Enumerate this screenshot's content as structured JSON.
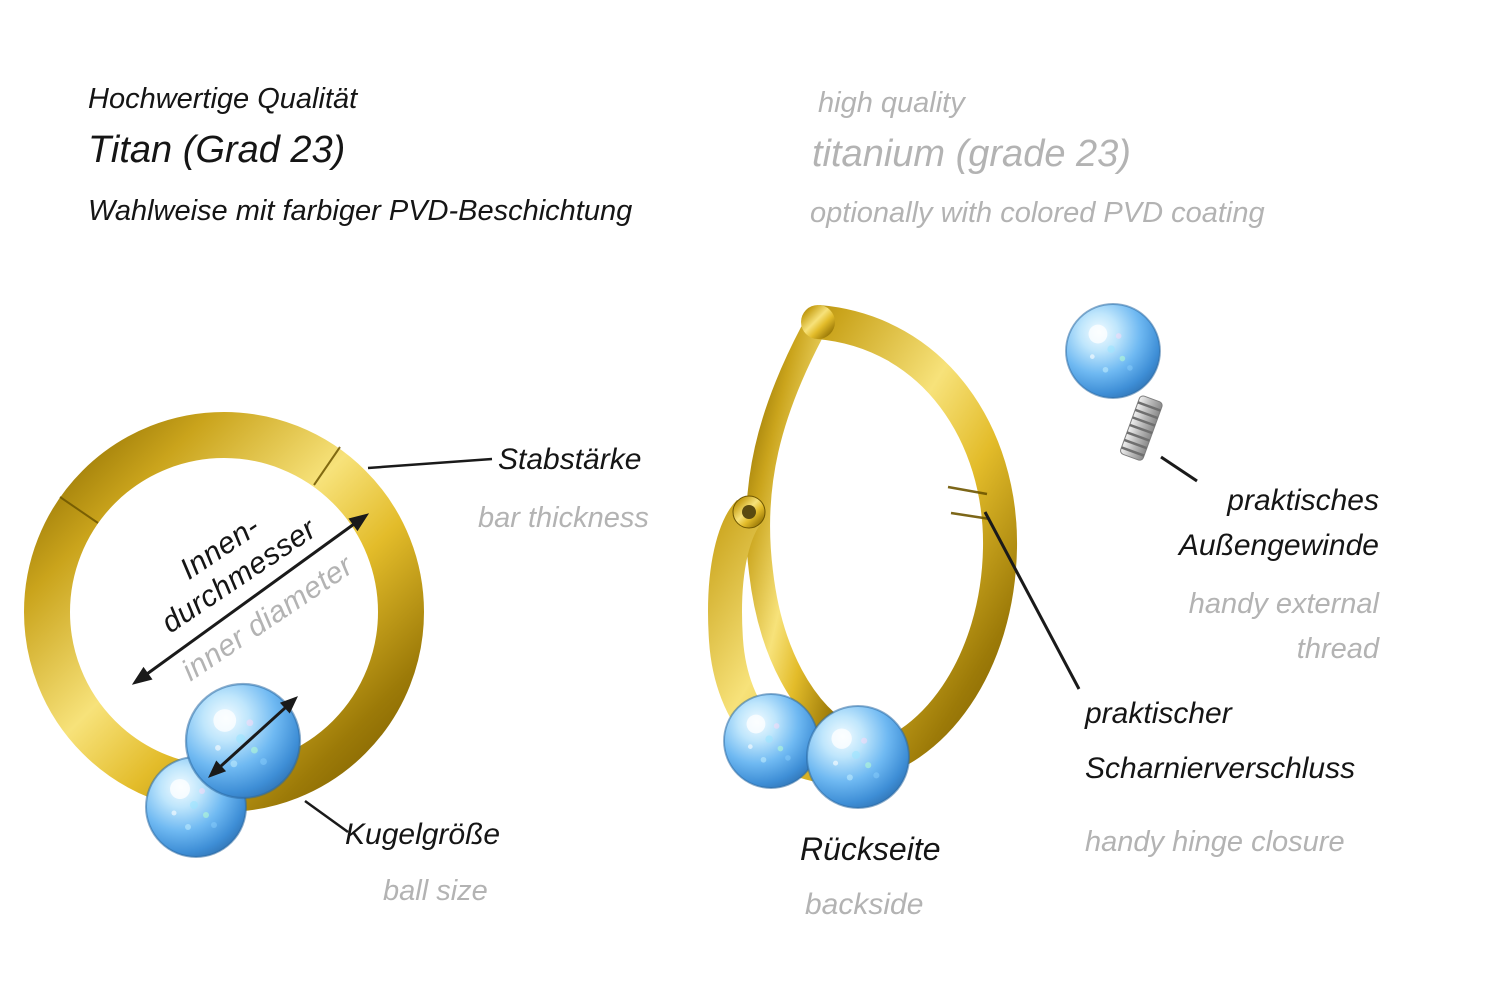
{
  "title_block": {
    "de": [
      "Hochwertige Qualität",
      "Titan (Grad 23)",
      "Wahlweise mit farbiger PVD-Beschichtung"
    ],
    "en": [
      "high quality",
      "titanium (grade 23)",
      "optionally with colored PVD coating"
    ]
  },
  "left_figure": {
    "bar_thickness_de": "Stabstärke",
    "bar_thickness_en": "bar thickness",
    "inner_diameter_de1": "Innen-",
    "inner_diameter_de2": "durchmesser",
    "inner_diameter_en": "inner diameter",
    "ball_size_de": "Kugelgröße",
    "ball_size_en": "ball size"
  },
  "right_figure": {
    "backside_de": "Rückseite",
    "backside_en": "backside",
    "hinge_de1": "praktischer",
    "hinge_de2": "Scharnierverschluss",
    "hinge_en": "handy hinge closure",
    "thread_de1": "praktisches",
    "thread_de2": "Außengewinde",
    "thread_en1": "handy external",
    "thread_en2": "thread"
  },
  "colors": {
    "gold": "#d6ab1e",
    "opal_blue": "#58b0ee",
    "label_black": "#151515",
    "label_gray": "#b3b3b3",
    "background": "#ffffff"
  }
}
